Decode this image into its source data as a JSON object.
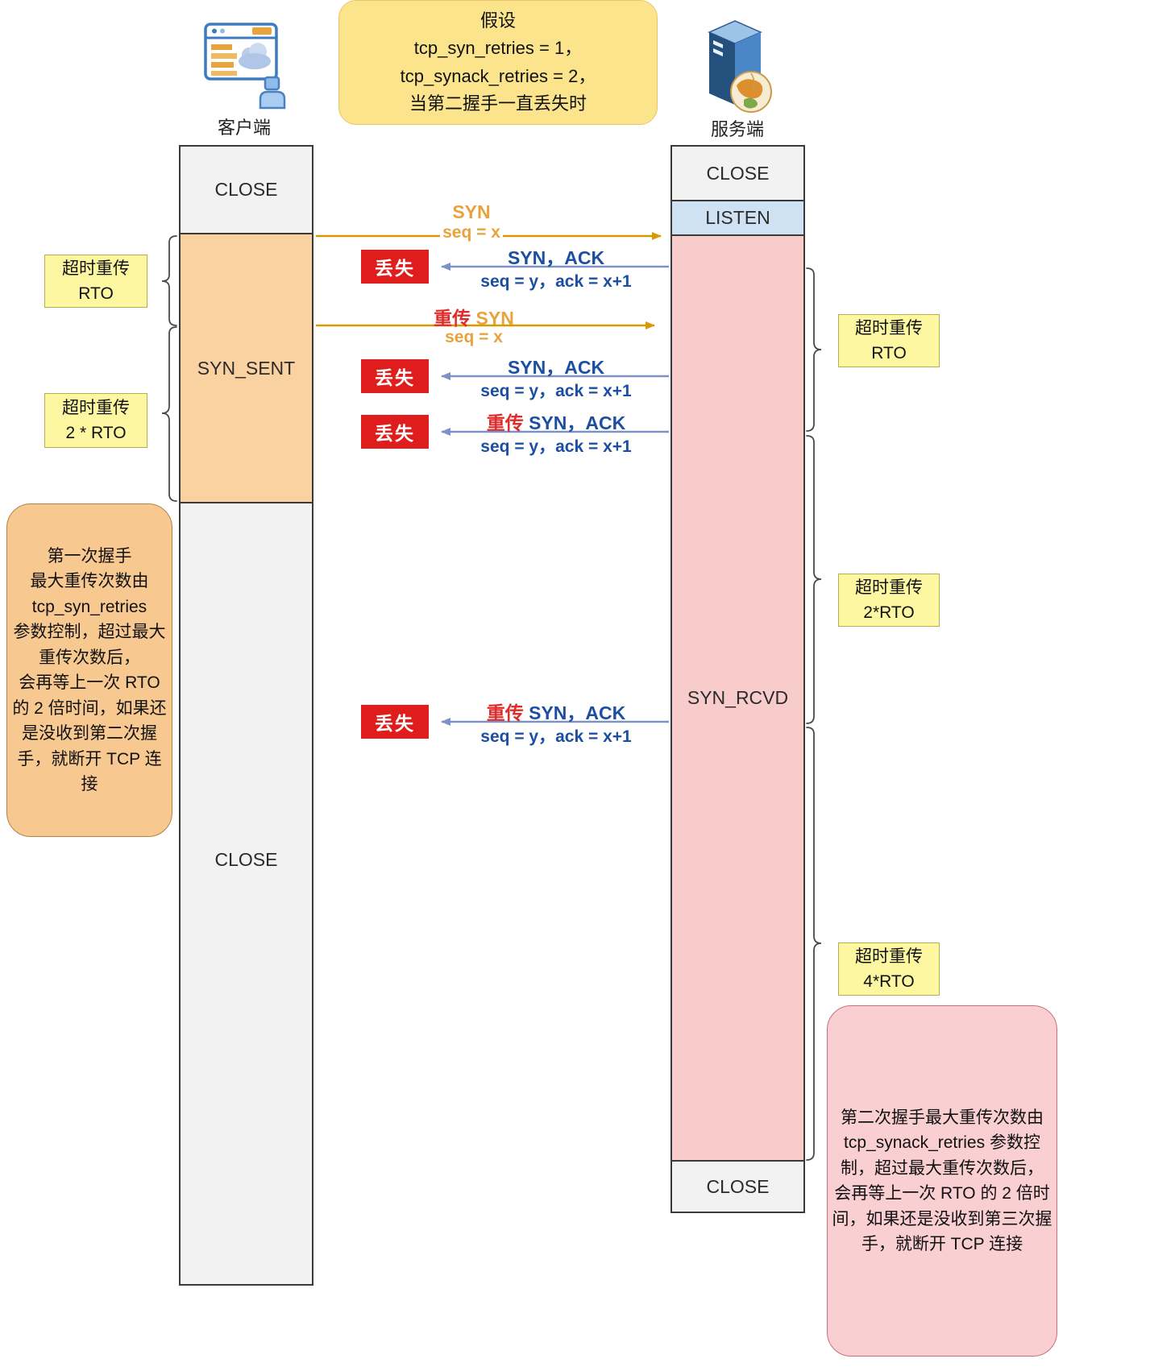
{
  "actors": {
    "client": {
      "label": "客户端",
      "icon": "browser-client-icon"
    },
    "server": {
      "label": "服务端",
      "icon": "server-globe-icon"
    }
  },
  "assumption_note": {
    "text": "假设\ntcp_syn_retries = 1，\ntcp_synack_retries = 2，\n当第二握手一直丢失时"
  },
  "client_lifeline": {
    "states": [
      {
        "label": "CLOSE"
      },
      {
        "label": "SYN_SENT"
      },
      {
        "label": "CLOSE"
      }
    ]
  },
  "server_lifeline": {
    "states": [
      {
        "label": "CLOSE"
      },
      {
        "label": "LISTEN"
      },
      {
        "label": "SYN_RCVD"
      },
      {
        "label": "CLOSE"
      }
    ]
  },
  "messages": [
    {
      "prefix": "",
      "name": "SYN",
      "detail": "seq = x",
      "from": "client",
      "to": "server",
      "lost_label": ""
    },
    {
      "prefix": "",
      "name": "SYN，ACK",
      "detail": "seq = y，ack = x+1",
      "from": "server",
      "to": "client",
      "lost_label": "丢失"
    },
    {
      "prefix": "重传 ",
      "name": "SYN",
      "detail": "seq = x",
      "from": "client",
      "to": "server",
      "lost_label": ""
    },
    {
      "prefix": "",
      "name": "SYN，ACK",
      "detail": "seq = y，ack = x+1",
      "from": "server",
      "to": "client",
      "lost_label": "丢失"
    },
    {
      "prefix": "重传 ",
      "name": "SYN，ACK",
      "detail": "seq = y，ack = x+1",
      "from": "server",
      "to": "client",
      "lost_label": "丢失"
    },
    {
      "prefix": "重传 ",
      "name": "SYN，ACK",
      "detail": "seq = y，ack = x+1",
      "from": "server",
      "to": "client",
      "lost_label": "丢失"
    }
  ],
  "timeout_notes_left": [
    {
      "text": "超时重传\nRTO"
    },
    {
      "text": "超时重传\n2 * RTO"
    }
  ],
  "timeout_notes_right": [
    {
      "text": "超时重传\nRTO"
    },
    {
      "text": "超时重传\n2*RTO"
    },
    {
      "text": "超时重传\n4*RTO"
    }
  ],
  "callouts": {
    "left": {
      "text": "第一次握手\n最大重传次数由\ntcp_syn_retries\n参数控制，超过最大\n重传次数后，\n会再等上一次 RTO\n的 2 倍时间，如果还\n是没收到第二次握\n手，就断开 TCP 连\n接"
    },
    "right": {
      "text": "第二次握手最大重传次数由\ntcp_synack_retries 参数控\n制，超过最大重传次数后，\n会再等上一次 RTO 的 2 倍时\n间，如果还是没收到第三次握\n手，就断开 TCP 连接"
    }
  },
  "colors": {
    "syn_text_orange": "#E8A33D",
    "ack_text_blue": "#1C4FA1",
    "retransmit_red": "#E02B2B",
    "arrow_orange": "#D79B00",
    "arrow_blue": "#7B91C7",
    "lost_bg_red": "#DF1D1D",
    "state_gray": "#F2F2F2",
    "state_orange": "#FAD2A2",
    "state_blue": "#CFE2F3",
    "state_pink": "#F8CCCB",
    "note_yellow": "#FCF7A0",
    "callout_orange": "#F8C891",
    "callout_pink": "#F9CFD2",
    "assumption_yellow": "#FBE48C"
  }
}
